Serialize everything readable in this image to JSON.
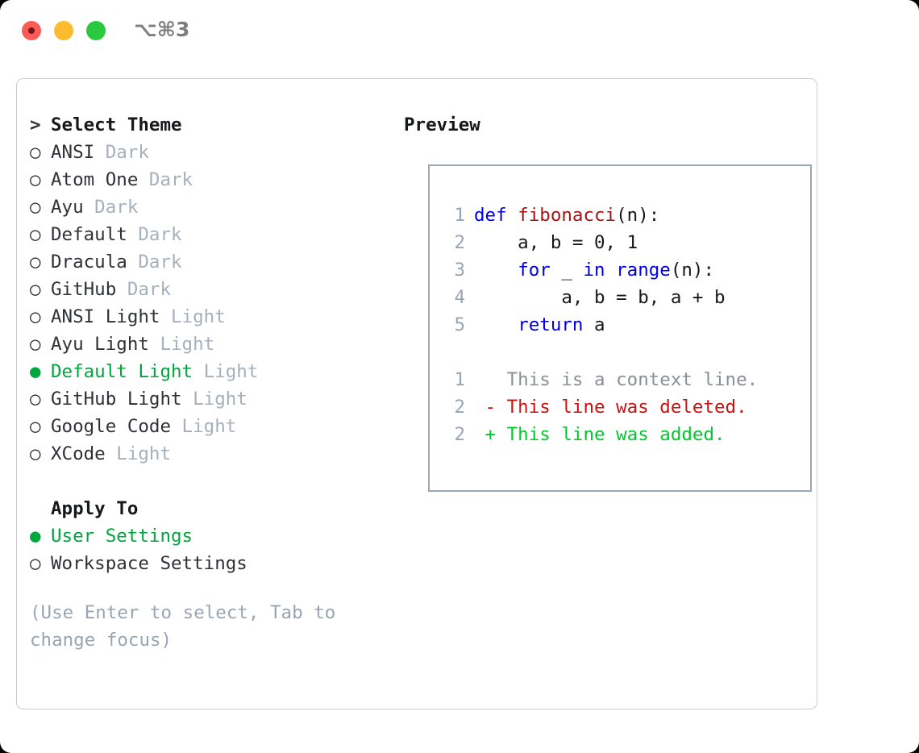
{
  "window": {
    "title": "⌥⌘3",
    "traffic_lights": [
      {
        "name": "close",
        "color": "#fc5b57"
      },
      {
        "name": "minimize",
        "color": "#fdbc2e"
      },
      {
        "name": "maximize",
        "color": "#2bc940"
      }
    ]
  },
  "colors": {
    "selected_green": "#00a63e",
    "variant_gray": "#a6b0bd",
    "hint_gray": "#9aa5b3",
    "keyword_blue": "#0000e6",
    "function_red": "#a31515",
    "diff_deleted": "#cc1111",
    "diff_added": "#00c82d",
    "panel_border": "#c9ccd1",
    "preview_border": "#9ba6b4"
  },
  "theme_list": {
    "header": "> Select Theme",
    "header_marker": ">",
    "header_label": "Select Theme",
    "markers": {
      "selected": "●",
      "unselected": "○"
    },
    "items": [
      {
        "label": "ANSI",
        "variant": "Dark",
        "selected": false
      },
      {
        "label": "Atom One",
        "variant": "Dark",
        "selected": false
      },
      {
        "label": "Ayu",
        "variant": "Dark",
        "selected": false
      },
      {
        "label": "Default",
        "variant": "Dark",
        "selected": false
      },
      {
        "label": "Dracula",
        "variant": "Dark",
        "selected": false
      },
      {
        "label": "GitHub",
        "variant": "Dark",
        "selected": false
      },
      {
        "label": "ANSI Light",
        "variant": "Light",
        "selected": false
      },
      {
        "label": "Ayu Light",
        "variant": "Light",
        "selected": false
      },
      {
        "label": "Default Light",
        "variant": "Light",
        "selected": true
      },
      {
        "label": "GitHub Light",
        "variant": "Light",
        "selected": false
      },
      {
        "label": "Google Code",
        "variant": "Light",
        "selected": false
      },
      {
        "label": "XCode",
        "variant": "Light",
        "selected": false
      }
    ]
  },
  "apply_to": {
    "header": "Apply To",
    "items": [
      {
        "label": "User Settings",
        "selected": true
      },
      {
        "label": "Workspace Settings",
        "selected": false
      }
    ]
  },
  "hint": "(Use Enter to select, Tab to change focus)",
  "preview": {
    "title": "Preview",
    "code_lines": [
      {
        "num": "1",
        "tokens": [
          {
            "t": "def",
            "c": "kw"
          },
          {
            "t": " ",
            "c": "plain"
          },
          {
            "t": "fibonacci",
            "c": "fn"
          },
          {
            "t": "(n):",
            "c": "plain"
          }
        ]
      },
      {
        "num": "2",
        "tokens": [
          {
            "t": "    a, b = 0, 1",
            "c": "plain"
          }
        ]
      },
      {
        "num": "3",
        "tokens": [
          {
            "t": "    ",
            "c": "plain"
          },
          {
            "t": "for",
            "c": "kw"
          },
          {
            "t": " _ ",
            "c": "plain"
          },
          {
            "t": "in",
            "c": "kw"
          },
          {
            "t": " ",
            "c": "plain"
          },
          {
            "t": "range",
            "c": "bi"
          },
          {
            "t": "(n):",
            "c": "plain"
          }
        ]
      },
      {
        "num": "4",
        "tokens": [
          {
            "t": "        a, b = b, a + b",
            "c": "plain"
          }
        ]
      },
      {
        "num": "5",
        "tokens": [
          {
            "t": "    ",
            "c": "plain"
          },
          {
            "t": "return",
            "c": "kw"
          },
          {
            "t": " a",
            "c": "plain"
          }
        ]
      }
    ],
    "diff_lines": [
      {
        "num": "1",
        "sign": " ",
        "text": "This is a context line.",
        "kind": "ctx"
      },
      {
        "num": "2",
        "sign": "-",
        "text": "This line was deleted.",
        "kind": "del"
      },
      {
        "num": "2",
        "sign": "+",
        "text": "This line was added.",
        "kind": "add"
      }
    ]
  }
}
